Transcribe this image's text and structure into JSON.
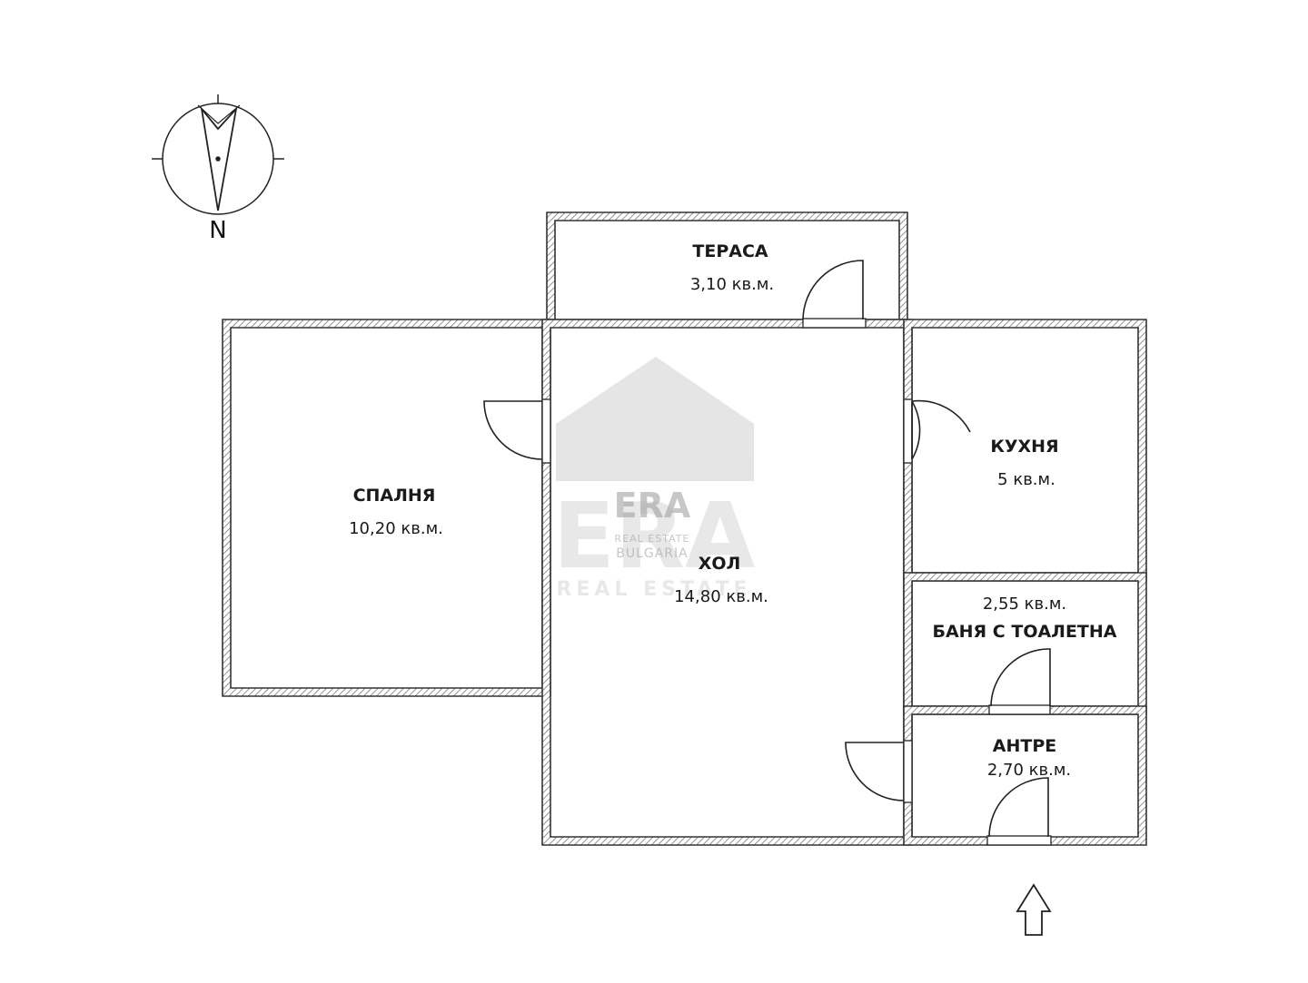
{
  "compass": {
    "label": "N"
  },
  "rooms": {
    "terrace": {
      "name": "ТЕРАСА",
      "area": "3,10 кв.м."
    },
    "bedroom": {
      "name": "СПАЛНЯ",
      "area": "10,20 кв.м."
    },
    "hall": {
      "name": "ХОЛ",
      "area": "14,80 кв.м."
    },
    "kitchen": {
      "name": "КУХНЯ",
      "area": "5 кв.м."
    },
    "bathroom": {
      "name": "БАНЯ С ТОАЛЕТНА",
      "area": "2,55 кв.м."
    },
    "entrance": {
      "name": "АНТРЕ",
      "area": "2,70 кв.м."
    }
  },
  "watermark": {
    "brand": "ERA",
    "line1": "REAL ESTATE",
    "line2": "BULGARIA",
    "big_sub": "REAL ESTATE"
  },
  "colors": {
    "wall": "#333333",
    "hatch": "#666666",
    "watermark": "#9a9a9a"
  }
}
